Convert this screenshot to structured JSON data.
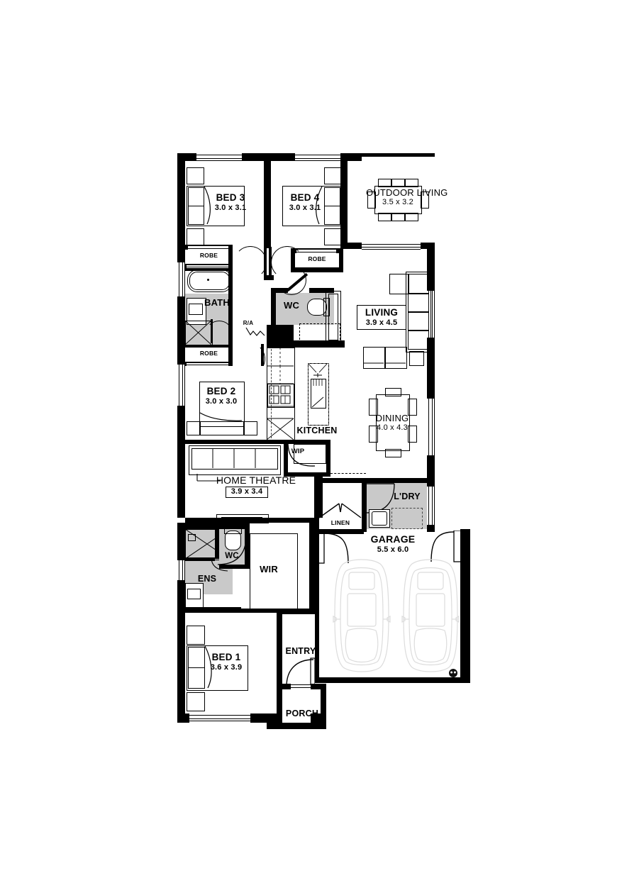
{
  "plan": {
    "type": "residential-floor-plan",
    "units": "metres",
    "rooms": [
      {
        "id": "bed3",
        "label": "BED 3",
        "dimensions": "3.0 x 3.1"
      },
      {
        "id": "bed4",
        "label": "BED 4",
        "dimensions": "3.0 x 3.1"
      },
      {
        "id": "outdoor_living",
        "label": "OUTDOOR LIVING",
        "dimensions": "3.5 x 3.2"
      },
      {
        "id": "living",
        "label": "LIVING",
        "dimensions": "3.9 x 4.5"
      },
      {
        "id": "dining",
        "label": "DINING",
        "dimensions": "4.0 x 4.3"
      },
      {
        "id": "bed2",
        "label": "BED 2",
        "dimensions": "3.0 x 3.0"
      },
      {
        "id": "home_theatre",
        "label": "HOME THEATRE",
        "dimensions": "3.9 x 3.4"
      },
      {
        "id": "bed1",
        "label": "BED 1",
        "dimensions": "3.6 x 3.9"
      },
      {
        "id": "garage",
        "label": "GARAGE",
        "dimensions": "5.5 x 6.0"
      }
    ],
    "spaces": [
      {
        "id": "bath",
        "label": "BATH"
      },
      {
        "id": "wc_main",
        "label": "WC"
      },
      {
        "id": "kitchen",
        "label": "KITCHEN"
      },
      {
        "id": "wip",
        "label": "WIP"
      },
      {
        "id": "ldry",
        "label": "L'DRY"
      },
      {
        "id": "linen",
        "label": "LINEN"
      },
      {
        "id": "ens",
        "label": "ENS"
      },
      {
        "id": "wc_ens",
        "label": "WC"
      },
      {
        "id": "wir",
        "label": "WIR"
      },
      {
        "id": "entry",
        "label": "ENTRY"
      },
      {
        "id": "porch",
        "label": "PORCH"
      },
      {
        "id": "robe_bed3",
        "label": "ROBE"
      },
      {
        "id": "robe_bed4",
        "label": "ROBE"
      },
      {
        "id": "robe_bed2",
        "label": "ROBE"
      },
      {
        "id": "ra",
        "label": "R/A"
      }
    ],
    "colors": {
      "wall": "#000000",
      "wet_area_fill": "#c9c9c9",
      "background": "#ffffff",
      "car_outline": "#dcdcdc"
    }
  }
}
